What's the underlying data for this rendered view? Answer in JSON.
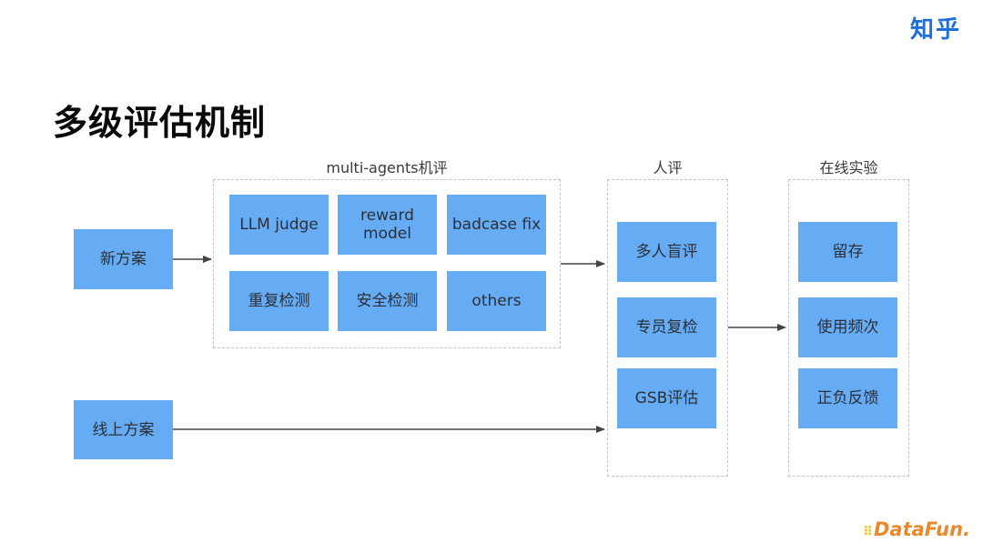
{
  "slide": {
    "title": "多级评估机制",
    "brand": "知乎",
    "logo": "DataFun.",
    "logo_dots": "⠿"
  },
  "colors": {
    "box_fill": "#66acf5",
    "group_border": "#b9c6d3",
    "arrow": "#444444",
    "brand": "#1e6fd9",
    "logo": "#e88a2a"
  },
  "sources": {
    "new_plan": "新方案",
    "online_plan": "线上方案"
  },
  "groups": {
    "multi_agents": {
      "label": "multi-agents机评",
      "items": [
        "LLM judge",
        "reward\nmodel",
        "badcase fix",
        "重复检测",
        "安全检测",
        "others"
      ]
    },
    "human": {
      "label": "人评",
      "items": [
        "多人盲评",
        "专员复检",
        "GSB评估"
      ]
    },
    "online": {
      "label": "在线实验",
      "items": [
        "留存",
        "使用频次",
        "正负反馈"
      ]
    }
  }
}
